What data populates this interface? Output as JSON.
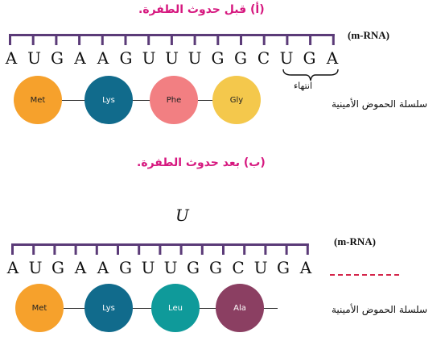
{
  "before": {
    "heading": "(أ) قبل حدوث الطفرة.",
    "mrna_label": "(m-RNA)",
    "bases": [
      "A",
      "U",
      "G",
      "A",
      "A",
      "G",
      "U",
      "U",
      "U",
      "G",
      "G",
      "C",
      "U",
      "G",
      "A"
    ],
    "stop_codon_label": "انتهاء",
    "chain_label": "سلسلة الحموض الأمينية",
    "amino_acids": [
      {
        "name": "Met",
        "color": "#f6a12c",
        "text_color": "#222222"
      },
      {
        "name": "Lys",
        "color": "#116b8c",
        "text_color": "#ffffff"
      },
      {
        "name": "Phe",
        "color": "#f27f82",
        "text_color": "#222222"
      },
      {
        "name": "Gly",
        "color": "#f4c84c",
        "text_color": "#222222"
      }
    ]
  },
  "after": {
    "heading": "(ب) بعد حدوث الطفرة.",
    "inserted_base": "U",
    "mrna_label": "(m-RNA)",
    "bases": [
      "A",
      "U",
      "G",
      "A",
      "A",
      "G",
      "U",
      "U",
      "G",
      "G",
      "C",
      "U",
      "G",
      "A"
    ],
    "chain_label": "سلسلة الحموض الأمينية",
    "amino_acids": [
      {
        "name": "Met",
        "color": "#f6a12c",
        "text_color": "#222222"
      },
      {
        "name": "Lys",
        "color": "#116b8c",
        "text_color": "#ffffff"
      },
      {
        "name": "Leu",
        "color": "#0f9a9a",
        "text_color": "#ffffff"
      },
      {
        "name": "Ala",
        "color": "#8b3f62",
        "text_color": "#ffffff"
      }
    ],
    "comb_color": "#5b3b78",
    "gap_line_color": "#d4264b"
  }
}
